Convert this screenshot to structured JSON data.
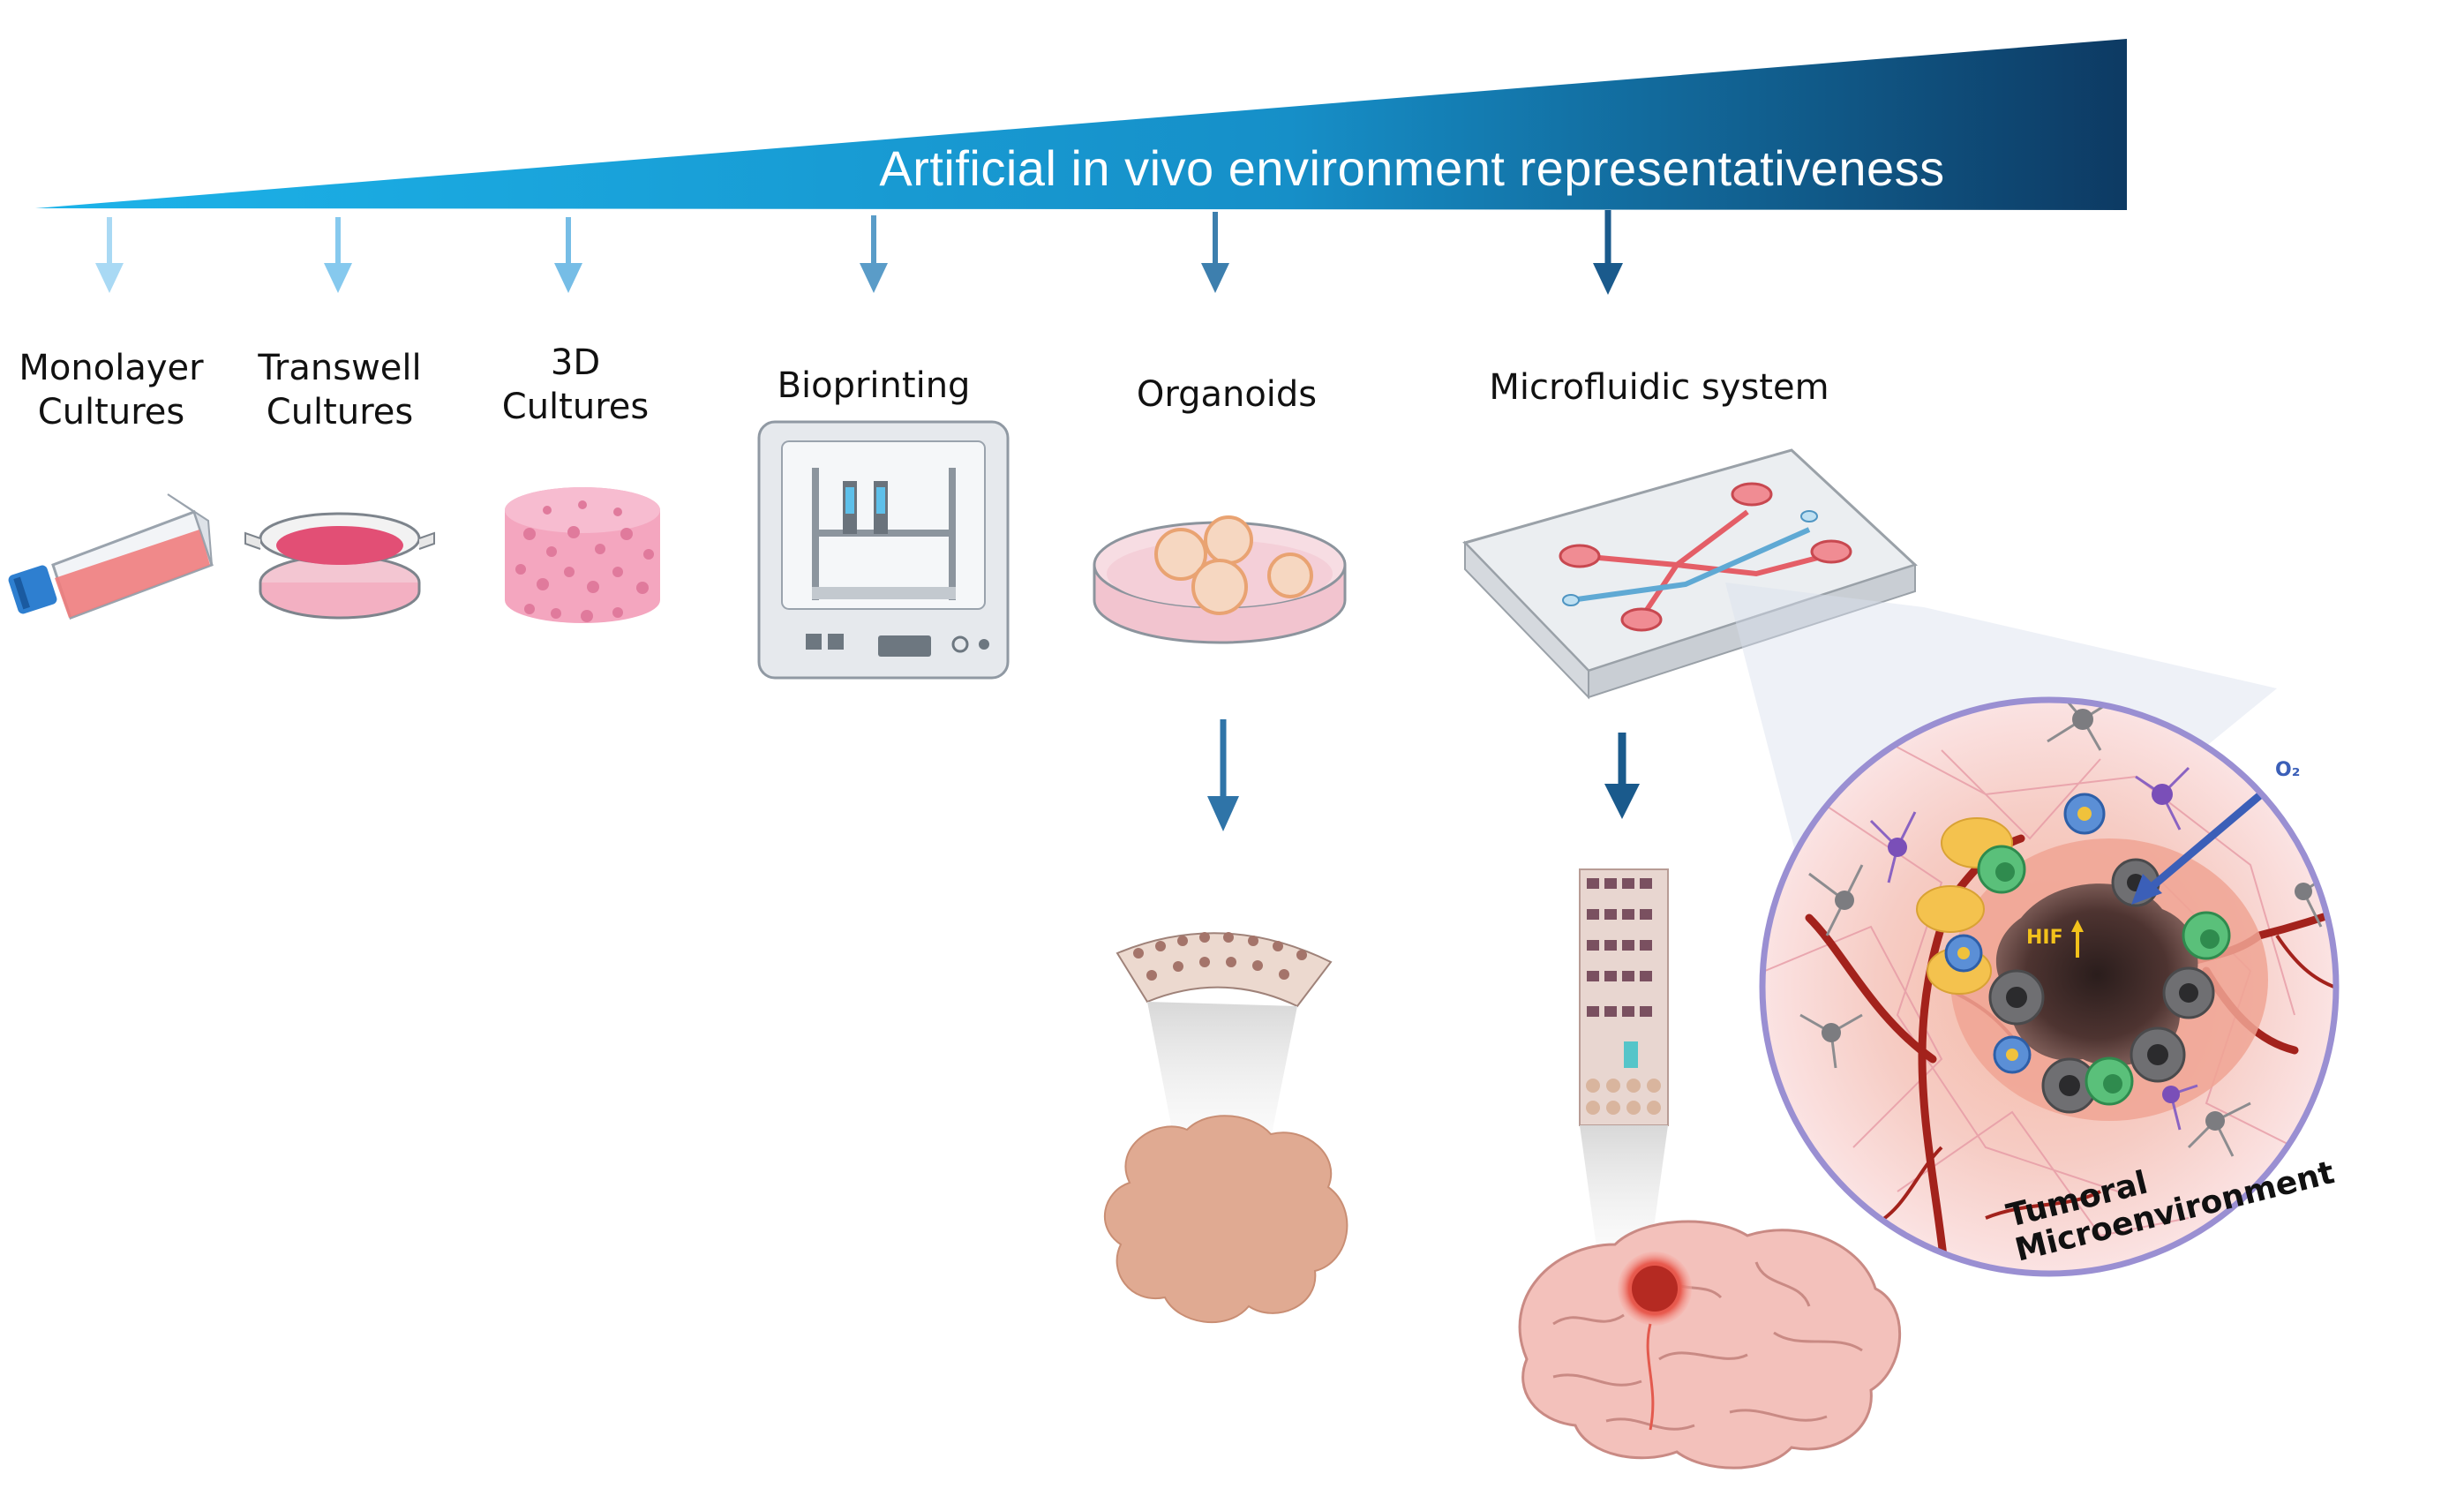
{
  "gradient_label": "Artificial in vivo environment representativeness",
  "models": [
    {
      "label": "Monolayer\nCultures"
    },
    {
      "label": "Transwell\nCultures"
    },
    {
      "label": "3D\nCultures"
    },
    {
      "label": "Bioprinting"
    },
    {
      "label": "Organoids"
    },
    {
      "label": "Microfluidic system"
    }
  ],
  "tme": {
    "title": "Tumoral\nMicroenvironment",
    "o2_label": "O₂",
    "hif_label": "HIF"
  },
  "colors": {
    "arrow_shades": [
      "#a9d9f4",
      "#86c9ee",
      "#76bde6",
      "#5a9cc8",
      "#3d7fae",
      "#1a5a8c"
    ],
    "wedge_start": "#19a6df",
    "wedge_end": "#0d3a63",
    "vessel": "#a3221c",
    "tme_ring": "#9a8fd2"
  }
}
